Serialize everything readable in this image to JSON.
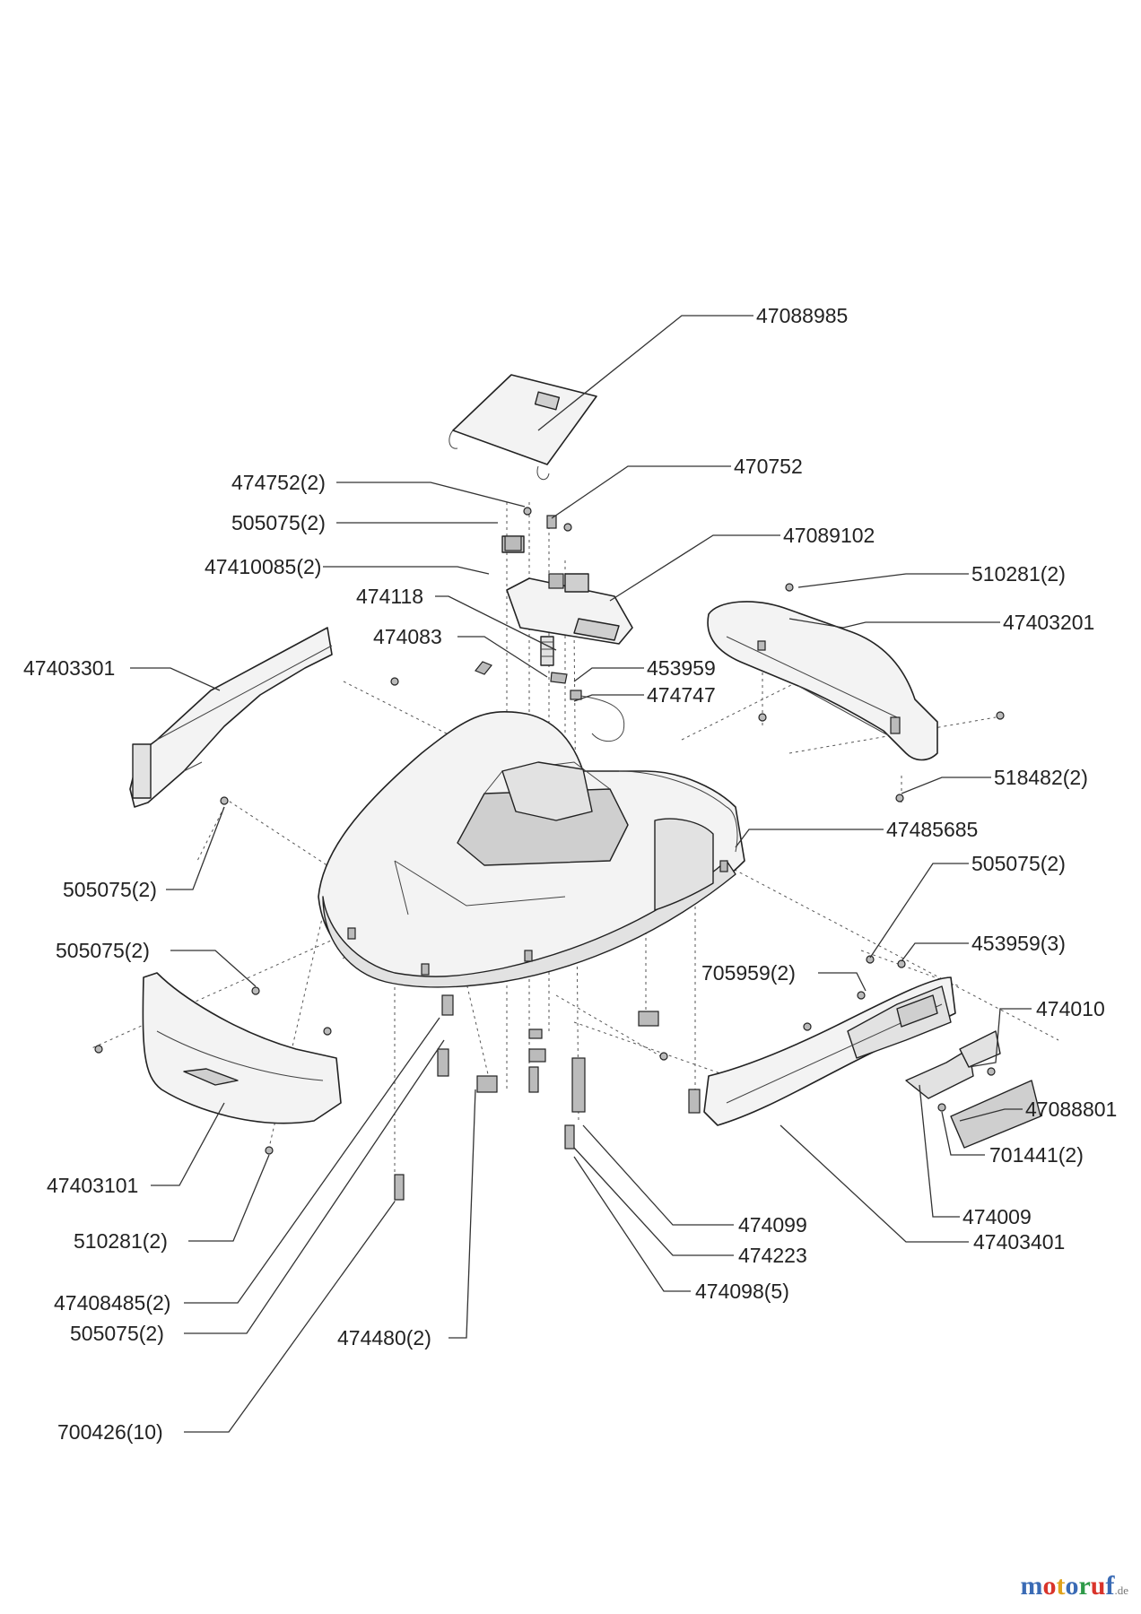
{
  "labels": [
    {
      "id": "l1",
      "text": "47088985"
    },
    {
      "id": "l2",
      "text": "474752(2)"
    },
    {
      "id": "l3",
      "text": "470752"
    },
    {
      "id": "l4",
      "text": "505075(2)"
    },
    {
      "id": "l5",
      "text": "47089102"
    },
    {
      "id": "l6",
      "text": "47410085(2)"
    },
    {
      "id": "l7",
      "text": "510281(2)"
    },
    {
      "id": "l8",
      "text": "474118"
    },
    {
      "id": "l9",
      "text": "47403201"
    },
    {
      "id": "l10",
      "text": "474083"
    },
    {
      "id": "l11",
      "text": "47403301"
    },
    {
      "id": "l12",
      "text": "453959"
    },
    {
      "id": "l13",
      "text": "474747"
    },
    {
      "id": "l14",
      "text": "518482(2)"
    },
    {
      "id": "l15",
      "text": "47485685"
    },
    {
      "id": "l16",
      "text": "505075(2)"
    },
    {
      "id": "l17",
      "text": "505075(2)"
    },
    {
      "id": "l18",
      "text": "453959(3)"
    },
    {
      "id": "l19",
      "text": "505075(2)"
    },
    {
      "id": "l20",
      "text": "705959(2)"
    },
    {
      "id": "l21",
      "text": "474010"
    },
    {
      "id": "l22",
      "text": "47088801"
    },
    {
      "id": "l23",
      "text": "47403101"
    },
    {
      "id": "l24",
      "text": "701441(2)"
    },
    {
      "id": "l25",
      "text": "474009"
    },
    {
      "id": "l26",
      "text": "510281(2)"
    },
    {
      "id": "l27",
      "text": "474099"
    },
    {
      "id": "l28",
      "text": "47403401"
    },
    {
      "id": "l29",
      "text": "474223"
    },
    {
      "id": "l30",
      "text": "474098(5)"
    },
    {
      "id": "l31",
      "text": "47408485(2)"
    },
    {
      "id": "l32",
      "text": "505075(2)"
    },
    {
      "id": "l33",
      "text": "474480(2)"
    },
    {
      "id": "l34",
      "text": "700426(10)"
    }
  ],
  "brand": {
    "text": "motoruf",
    "domain": ".de",
    "colors": [
      "#3a6bb5",
      "#d9342b",
      "#e0a21b",
      "#3a6bb5",
      "#2e9a48",
      "#d9342b",
      "#3a6bb5"
    ]
  }
}
